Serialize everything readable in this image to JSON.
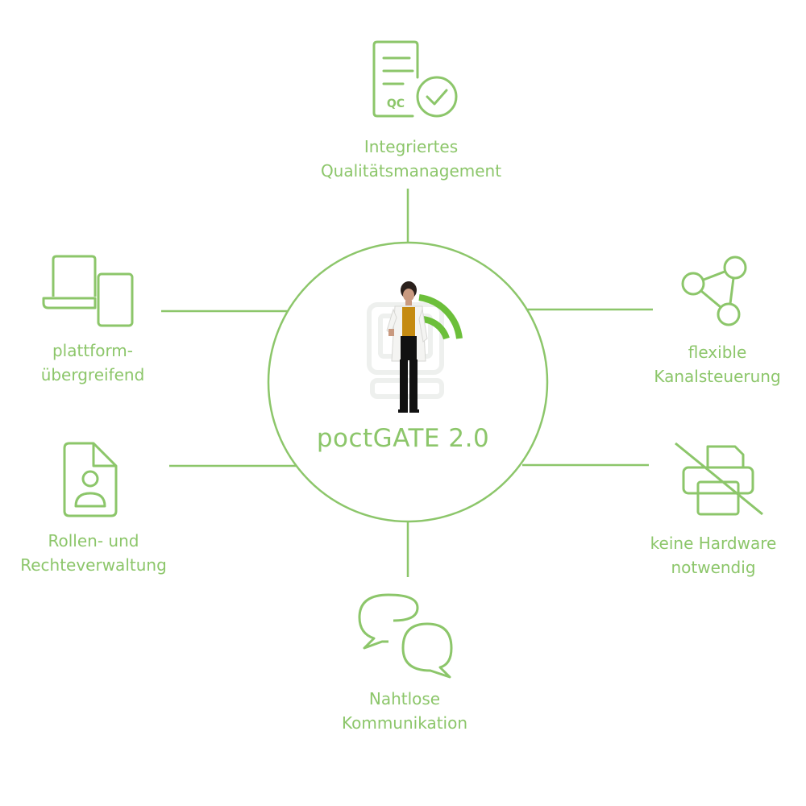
{
  "colors": {
    "accent": "#8cc66a",
    "accent_dark": "#6cbf3a",
    "ghost": "#eef0ee"
  },
  "center": {
    "title": "poctGATE 2.0",
    "figure": "doctor-with-signal-icon"
  },
  "features": [
    {
      "id": "qc",
      "icon": "qc-document-check-icon",
      "lines": [
        "Integriertes",
        "Qualitätsmanagement"
      ]
    },
    {
      "id": "channel",
      "icon": "share-nodes-icon",
      "lines": [
        "flexible",
        "Kanalsteuerung"
      ]
    },
    {
      "id": "hardware",
      "icon": "printer-crossed-icon",
      "lines": [
        "keine Hardware",
        "notwendig"
      ]
    },
    {
      "id": "comm",
      "icon": "chat-bubbles-icon",
      "lines": [
        "Nahtlose",
        "Kommunikation"
      ]
    },
    {
      "id": "roles",
      "icon": "user-document-icon",
      "lines": [
        "Rollen- und",
        "Rechteverwaltung"
      ]
    },
    {
      "id": "platform",
      "icon": "laptop-tablet-icon",
      "lines": [
        "plattform-",
        "übergreifend"
      ]
    }
  ]
}
